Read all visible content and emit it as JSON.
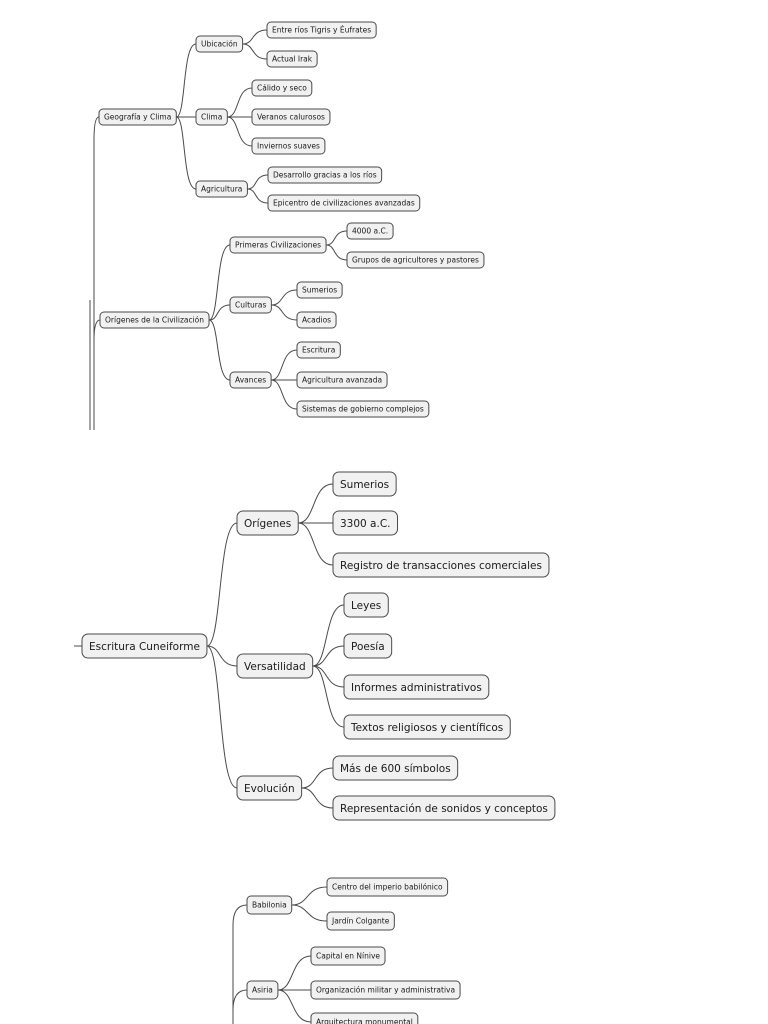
{
  "diagrams": [
    {
      "nodes": [
        {
          "id": "geo",
          "label": "Geografía y Clima"
        },
        {
          "id": "ubic",
          "label": "Ubicación"
        },
        {
          "id": "tigris",
          "label": "Entre ríos Tigris y Éufrates"
        },
        {
          "id": "irak",
          "label": "Actual Irak"
        },
        {
          "id": "clima",
          "label": "Clima"
        },
        {
          "id": "calido",
          "label": "Cálido y seco"
        },
        {
          "id": "veranos",
          "label": "Veranos calurosos"
        },
        {
          "id": "inviernos",
          "label": "Inviernos suaves"
        },
        {
          "id": "agri",
          "label": "Agricultura"
        },
        {
          "id": "desarrollo",
          "label": "Desarrollo gracias a los ríos"
        },
        {
          "id": "epicentro",
          "label": "Epicentro de civilizaciones avanzadas"
        },
        {
          "id": "origenes",
          "label": "Orígenes de la Civilización"
        },
        {
          "id": "primeras",
          "label": "Primeras Civilizaciones"
        },
        {
          "id": "ac4000",
          "label": "4000 a.C."
        },
        {
          "id": "grupos",
          "label": "Grupos de agricultores y pastores"
        },
        {
          "id": "culturas",
          "label": "Culturas"
        },
        {
          "id": "sumerios1",
          "label": "Sumerios"
        },
        {
          "id": "acadios",
          "label": "Acadios"
        },
        {
          "id": "avances",
          "label": "Avances"
        },
        {
          "id": "escritura1",
          "label": "Escritura"
        },
        {
          "id": "agriav",
          "label": "Agricultura avanzada"
        },
        {
          "id": "sistemas",
          "label": "Sistemas de gobierno complejos"
        }
      ]
    },
    {
      "nodes": [
        {
          "id": "cuneiforme",
          "label": "Escritura Cuneiforme"
        },
        {
          "id": "orig2",
          "label": "Orígenes"
        },
        {
          "id": "sum2",
          "label": "Sumerios"
        },
        {
          "id": "ac3300",
          "label": "3300 a.C."
        },
        {
          "id": "registro",
          "label": "Registro de transacciones comerciales"
        },
        {
          "id": "versat",
          "label": "Versatilidad"
        },
        {
          "id": "leyes",
          "label": "Leyes"
        },
        {
          "id": "poesia",
          "label": "Poesía"
        },
        {
          "id": "informes",
          "label": "Informes administrativos"
        },
        {
          "id": "textos",
          "label": "Textos religiosos y científicos"
        },
        {
          "id": "evol",
          "label": "Evolución"
        },
        {
          "id": "mas600",
          "label": "Más de 600 símbolos"
        },
        {
          "id": "repres",
          "label": "Representación de sonidos y conceptos"
        }
      ]
    },
    {
      "nodes": [
        {
          "id": "babilonia",
          "label": "Babilonia"
        },
        {
          "id": "centro",
          "label": "Centro del imperio babilónico"
        },
        {
          "id": "jardin",
          "label": "Jardín Colgante"
        },
        {
          "id": "asiria",
          "label": "Asiria"
        },
        {
          "id": "capital",
          "label": "Capital en Nínive"
        },
        {
          "id": "organiz",
          "label": "Organización militar y administrativa"
        },
        {
          "id": "arquit",
          "label": "Arquitectura monumental"
        }
      ]
    }
  ]
}
